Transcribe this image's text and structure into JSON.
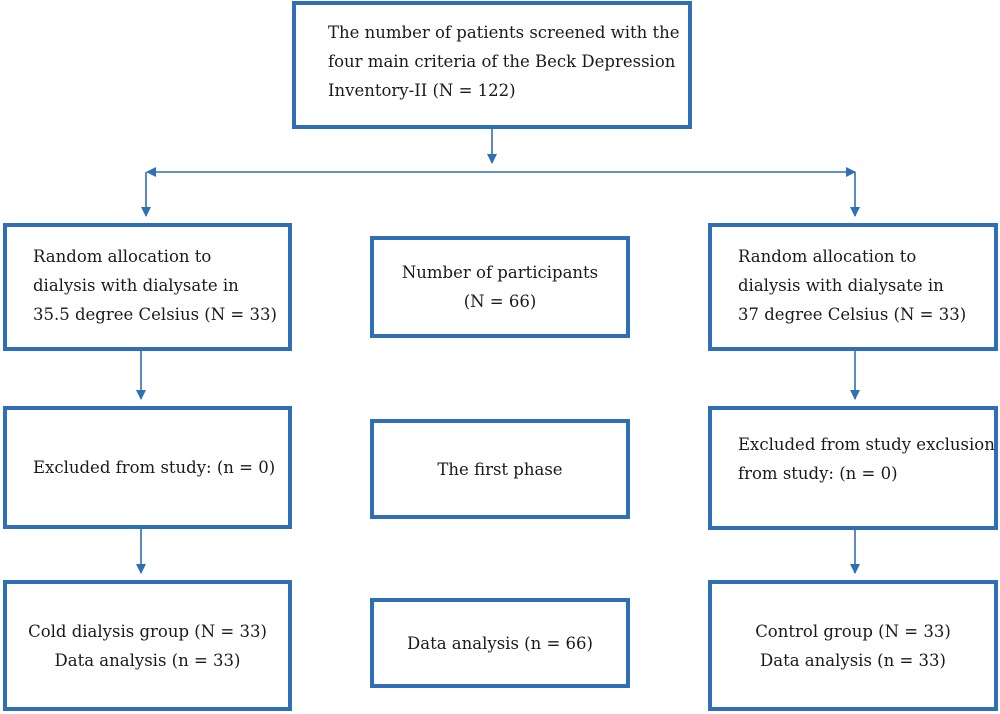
{
  "colors": {
    "border": "#2f6fb5",
    "arrow": "#2f6fb5",
    "text": "#1a1a1a"
  },
  "top_box": {
    "lines": [
      "The number of patients screened with the",
      "four main criteria of the Beck Depression",
      "Inventory-II (N = 122)"
    ]
  },
  "left_column": {
    "allocation": {
      "lines": [
        "Random allocation to",
        "dialysis with dialysate in",
        "35.5 degree Celsius (N = 33)"
      ]
    },
    "excluded": {
      "lines": [
        "Excluded from study: (n = 0)"
      ]
    },
    "group": {
      "lines": [
        "Cold dialysis group (N = 33)",
        "Data analysis (n = 33)"
      ]
    }
  },
  "middle_column": {
    "participants": {
      "lines": [
        "Number of participants",
        "(N = 66)"
      ]
    },
    "phase": {
      "lines": [
        "The first phase"
      ]
    },
    "analysis": {
      "lines": [
        "Data analysis (n = 66)"
      ]
    }
  },
  "right_column": {
    "allocation": {
      "lines": [
        "Random allocation to",
        "dialysis with dialysate in",
        "37 degree Celsius (N = 33)"
      ]
    },
    "excluded": {
      "lines": [
        "Excluded from study exclusion",
        "from study: (n = 0)"
      ]
    },
    "group": {
      "lines": [
        "Control group (N = 33)",
        "Data analysis (n = 33)"
      ]
    }
  }
}
